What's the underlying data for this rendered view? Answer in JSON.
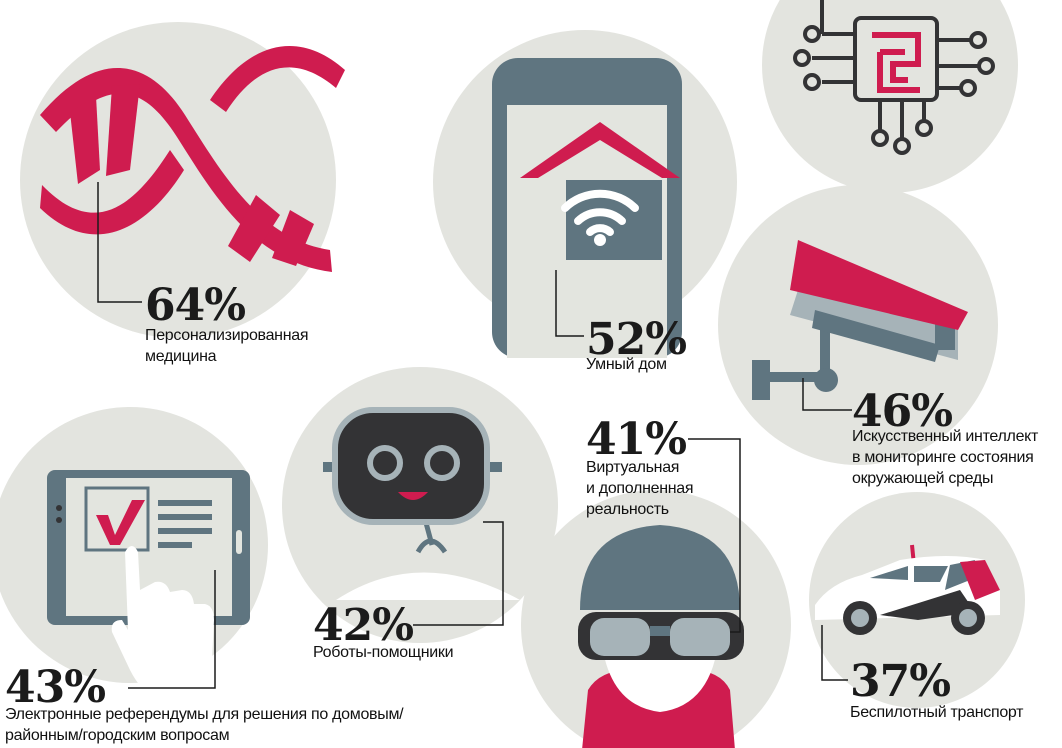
{
  "colors": {
    "circle": "#e3e4df",
    "accent": "#cf1c4f",
    "slate": "#5f7580",
    "slate_light": "#a6b3b8",
    "dark": "#333335",
    "ink": "#1b1b1b",
    "screen": "#e3e5df"
  },
  "chart_data": {
    "type": "infographic",
    "unit": "%",
    "items": [
      {
        "key": "medicine",
        "value": 64,
        "label": "Персонализированная\nмедицина",
        "icon": "dna-icon"
      },
      {
        "key": "smart_home",
        "value": 52,
        "label": "Умный дом",
        "icon": "smart-home-icon"
      },
      {
        "key": "ai_environment",
        "value": 46,
        "label": "Искусственный интеллект\nв мониторинге состояния\nокружающей среды",
        "icon": "camera-icon"
      },
      {
        "key": "vr_ar",
        "value": 41,
        "label": "Виртуальная\nи дополненная\nреальность",
        "icon": "vr-headset-icon"
      },
      {
        "key": "robots",
        "value": 42,
        "label": "Роботы-помощники",
        "icon": "robot-icon"
      },
      {
        "key": "e_referendum",
        "value": 43,
        "label": "Электронные референдумы для решения по домовым/\nрайонным/городским вопросам",
        "icon": "tablet-vote-icon"
      },
      {
        "key": "autonomous",
        "value": 37,
        "label": "Беспилотный транспорт",
        "icon": "car-icon"
      }
    ]
  }
}
